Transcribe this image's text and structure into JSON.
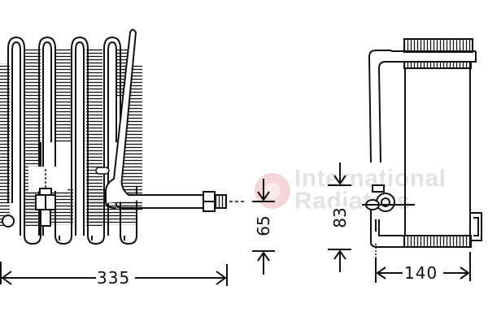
{
  "diagram": {
    "subject": "automotive A/C evaporator technical drawing",
    "views": [
      {
        "name": "front-view",
        "description": "evaporator core with coiled tubes, fins, outlet pipe and threaded fitting"
      },
      {
        "name": "side-view",
        "description": "evaporator core profile with header tanks, pipe and valve block"
      }
    ],
    "dimensions": {
      "width_label": "335",
      "pipe_height_label": "65",
      "fitting_height_label": "83",
      "depth_label": "140"
    },
    "watermark": {
      "line1": "International",
      "line2": "Radiators",
      "colors": {
        "logo": "#f2c9c9",
        "text": "#e3e3e3"
      }
    },
    "colors": {
      "line": "#111111",
      "background": "#ffffff"
    }
  }
}
